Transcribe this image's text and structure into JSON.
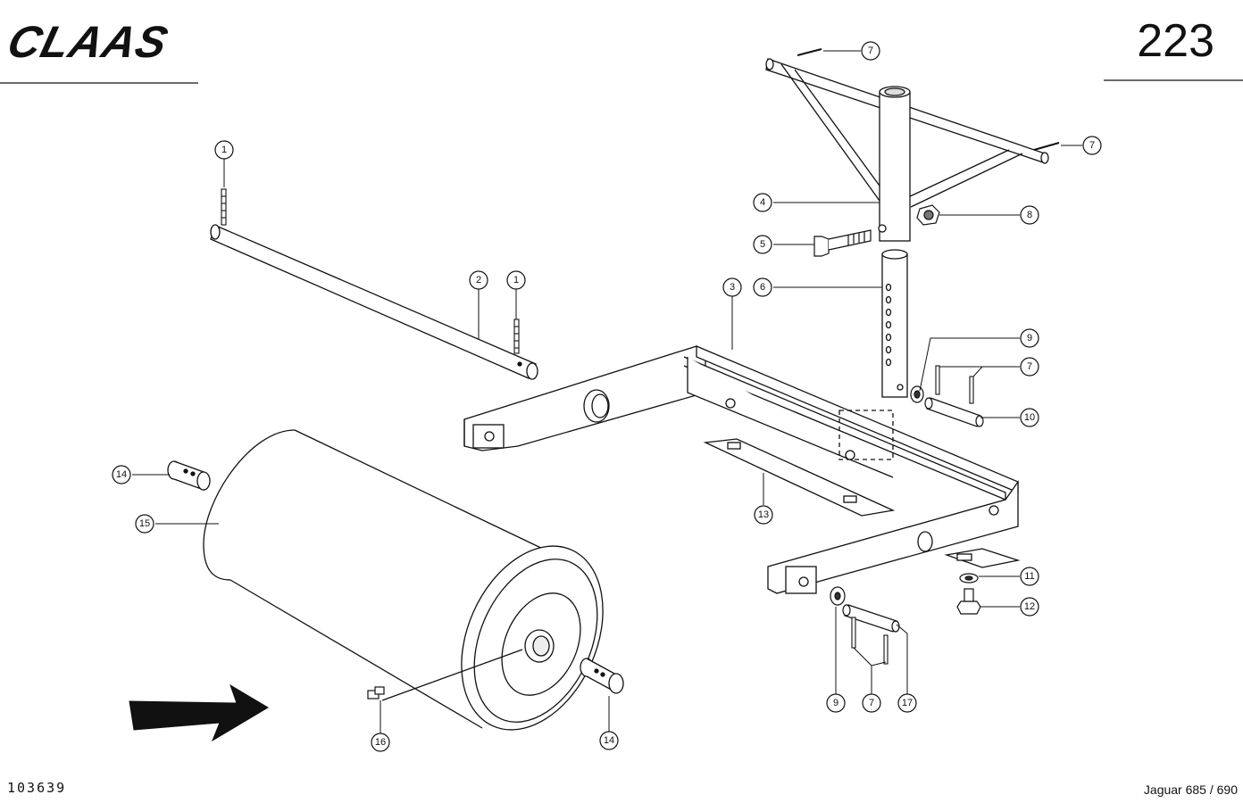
{
  "header": {
    "brand": "CLAAS",
    "page_number": "223"
  },
  "footer": {
    "document_number": "103639",
    "model": "Jaguar 685 / 690"
  },
  "callouts": [
    "1",
    "1",
    "2",
    "3",
    "4",
    "5",
    "6",
    "7",
    "7",
    "7",
    "7",
    "8",
    "9",
    "9",
    "10",
    "11",
    "12",
    "13",
    "14",
    "14",
    "15",
    "16",
    "17"
  ]
}
